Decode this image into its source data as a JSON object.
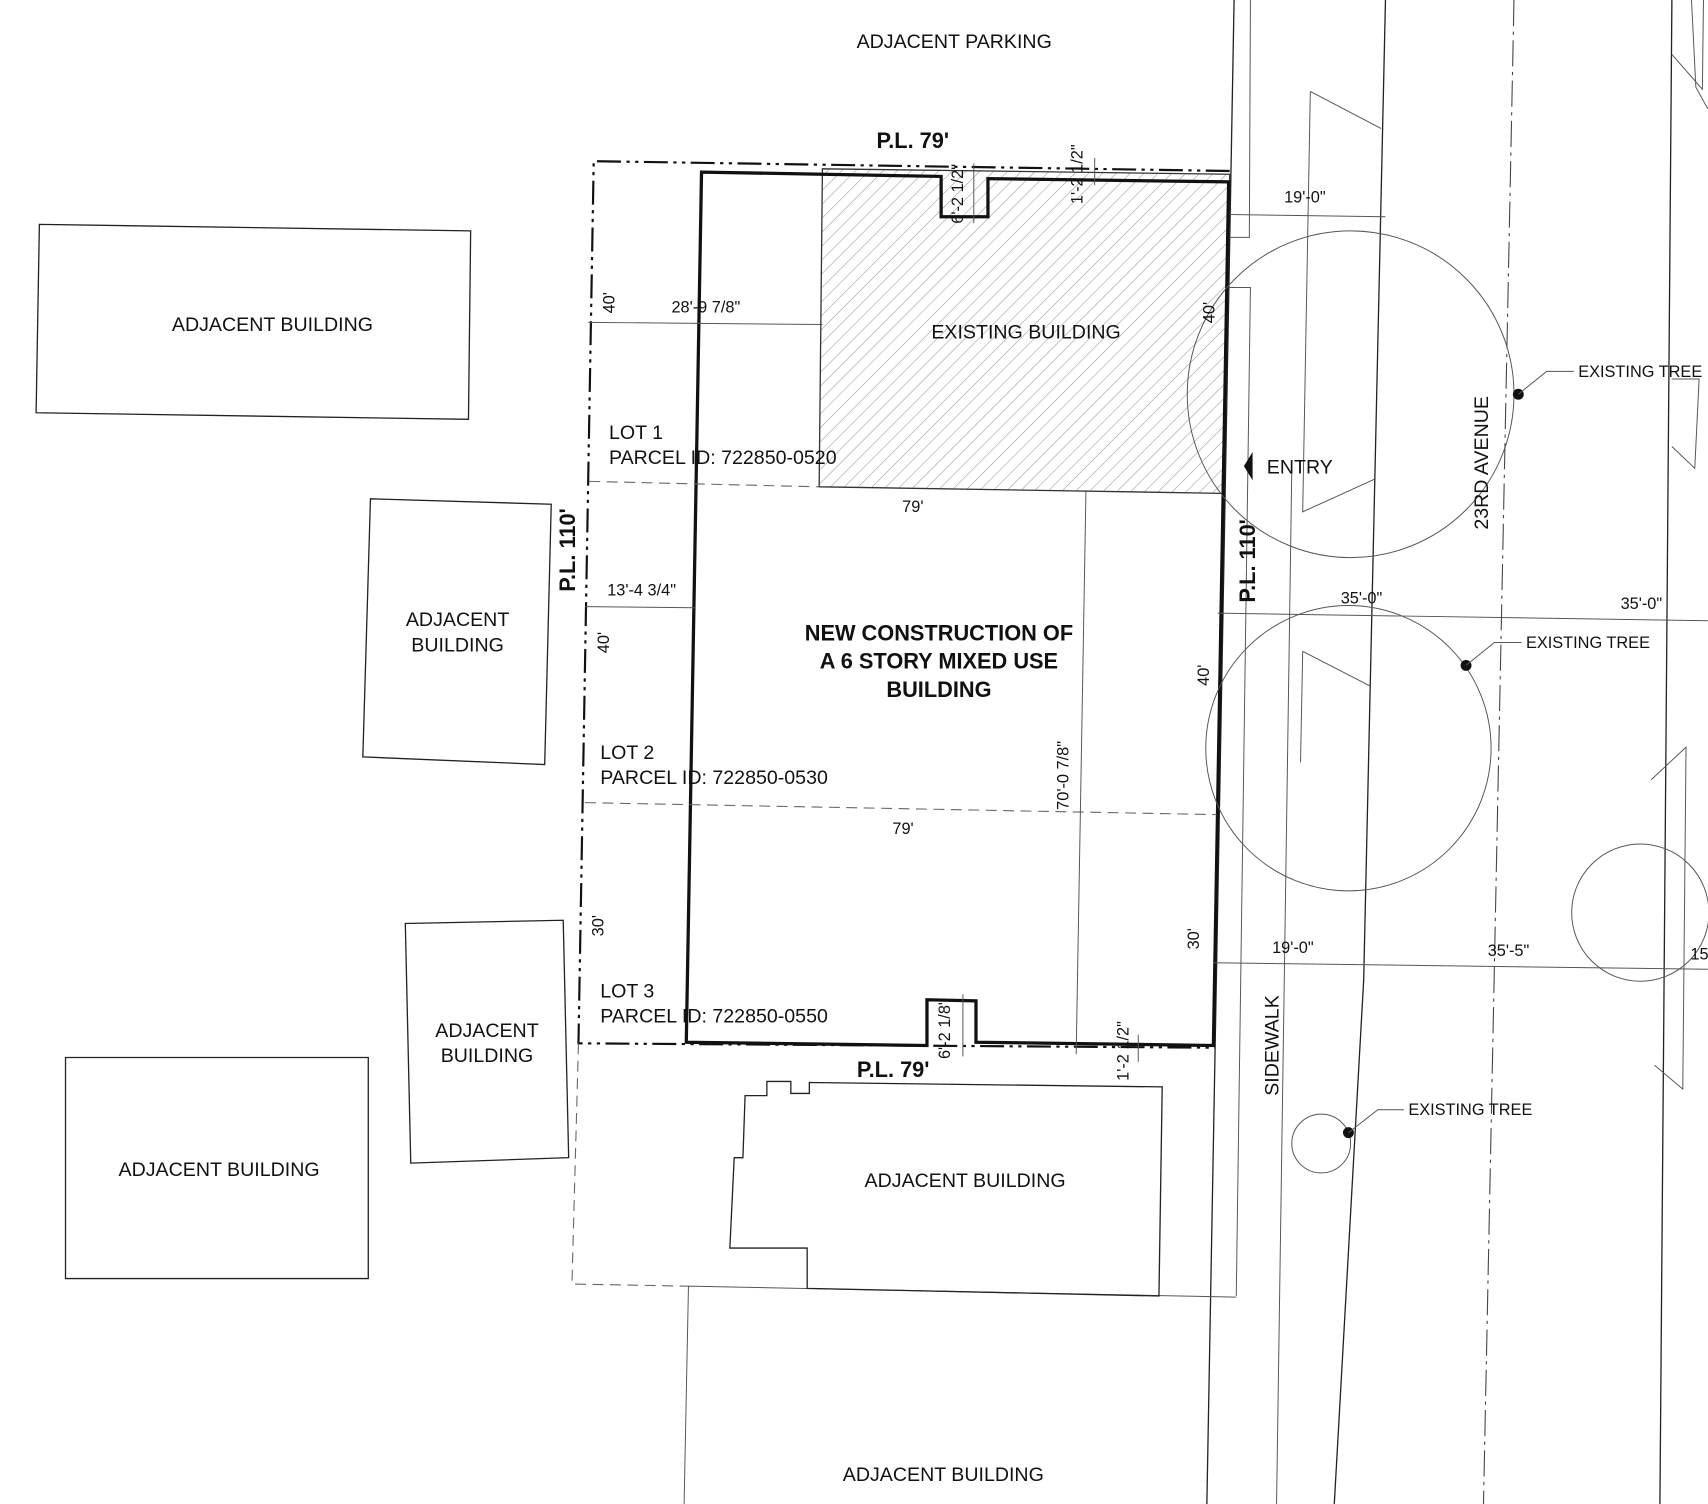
{
  "title_labels": {
    "adjacent_parking": "ADJACENT PARKING",
    "existing_building": "EXISTING BUILDING",
    "new_construction": [
      "NEW CONSTRUCTION OF",
      "A 6 STORY MIXED USE",
      "BUILDING"
    ],
    "street": "23RD AVENUE",
    "sidewalk": "SIDEWALK",
    "entry": "ENTRY"
  },
  "adjacent_buildings": {
    "northwest": "ADJACENT BUILDING",
    "west_line1": "ADJACENT",
    "west_line2": "BUILDING",
    "southwest_line1": "ADJACENT",
    "southwest_line2": "BUILDING",
    "far_southwest": "ADJACENT BUILDING",
    "south": "ADJACENT BUILDING",
    "bottom": "ADJACENT BUILDING"
  },
  "lots": [
    {
      "lot": "LOT 1",
      "parcel": "PARCEL ID: 722850-0520"
    },
    {
      "lot": "LOT 2",
      "parcel": "PARCEL ID: 722850-0530"
    },
    {
      "lot": "LOT 3",
      "parcel": "PARCEL ID: 722850-0550"
    }
  ],
  "property_lines": {
    "top": "P.L. 79'",
    "bottom": "P.L. 79'",
    "left": "P.L. 110'",
    "right": "P.L. 110'"
  },
  "dimensions": {
    "setback_existing": "28'-9 7/8\"",
    "setback_west": "13'-4 3/4\"",
    "lot1_width": "79'",
    "lot2_width": "79'",
    "depth": "70'-0 7/8\"",
    "left_40a": "40'",
    "left_40b": "40'",
    "left_30": "30'",
    "right_40a": "40'",
    "right_40b": "40'",
    "right_30": "30'",
    "notch_top": "6'-2 1/2\"",
    "offset_top": "1'-2 1/2\"",
    "notch_bottom": "6'-2 1/8\"",
    "offset_bottom": "1'-2 1/2\"",
    "street_19a": "19'-0\"",
    "street_35a": "35'-0\"",
    "street_35b": "35'-0\"",
    "street_19b": "19'-0\"",
    "street_35_5": "35'-5\"",
    "street_15": "15"
  },
  "trees": [
    "EXISTING TREE",
    "EXISTING TREE",
    "EXISTING TREE"
  ]
}
